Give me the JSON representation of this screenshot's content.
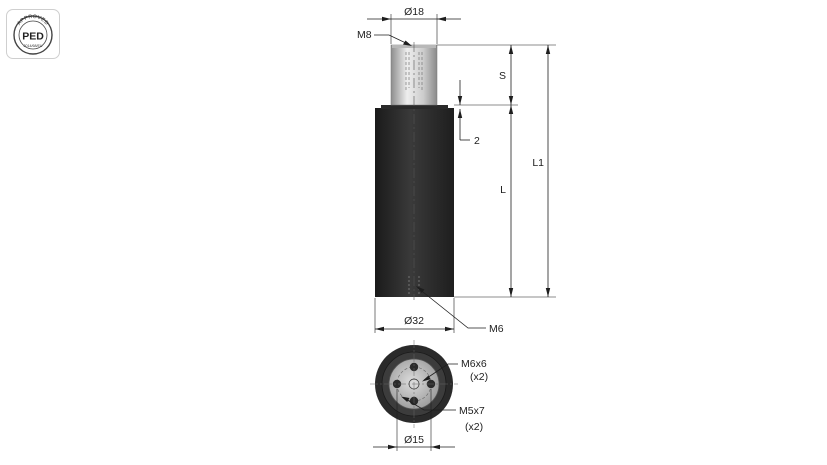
{
  "badge": {
    "top_text": "APPROVED",
    "center_text": "PED",
    "bottom_text": "2014/68/EU"
  },
  "dimensions": {
    "rod_diameter": "Ø18",
    "rod_thread": "M8",
    "stroke": "S",
    "overall_length": "L1",
    "body_length": "L",
    "gap": "2",
    "body_diameter": "Ø32",
    "base_thread": "M6",
    "end_thread_a": "M6x6",
    "end_thread_a_qty": "(x2)",
    "end_thread_b": "M5x7",
    "end_thread_b_qty": "(x2)",
    "bolt_circle": "Ø15"
  },
  "colors": {
    "body": "#262626",
    "rod": "#c9c9c9",
    "lines": "#1e1e1e"
  }
}
